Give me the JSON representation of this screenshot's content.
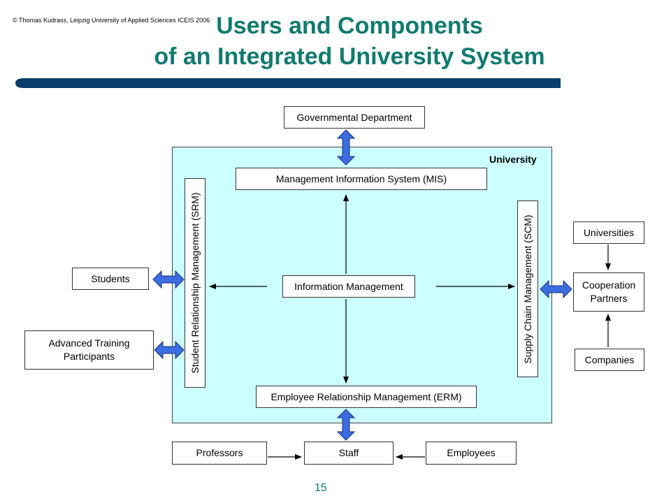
{
  "header": {
    "copyright": "© Thomas Kudrass, Leipzig University of Applied Sciences  ICEIS 2006",
    "title_line1": "Users and Components",
    "title_line2": "of an Integrated University System"
  },
  "diagram": {
    "university_label": "University",
    "governmental": "Governmental Department",
    "mis": "Management Information System (MIS)",
    "srm": "Student Relationship Management (SRM)",
    "scm": "Supply Chain Management (SCM)",
    "info_mgmt": "Information Management",
    "erm": "Employee Relationship Management (ERM)",
    "students": "Students",
    "advanced_training_line1": "Advanced Training",
    "advanced_training_line2": "Participants",
    "universities": "Universities",
    "cooperation_line1": "Cooperation",
    "cooperation_line2": "Partners",
    "companies": "Companies",
    "professors": "Professors",
    "staff": "Staff",
    "employees": "Employees"
  },
  "footer": {
    "page_number": "15"
  },
  "colors": {
    "title": "#117a6e",
    "title_bar": "#0b3d6b",
    "university_area": "#ccffff",
    "double_arrow": "#3b6de0"
  }
}
